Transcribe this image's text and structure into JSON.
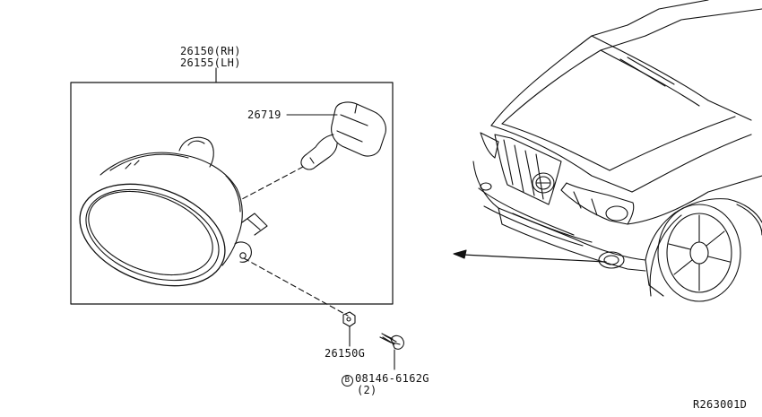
{
  "labels": {
    "assembly_rh": "26150(RH)",
    "assembly_lh": "26155(LH)",
    "bulb": "26719",
    "nut": "26150G",
    "bolt_prefix": "B",
    "bolt": "08146-6162G",
    "bolt_qty": "(2)",
    "diagram_code": "R263001D"
  },
  "colors": {
    "line": "#111111",
    "background": "#ffffff"
  }
}
